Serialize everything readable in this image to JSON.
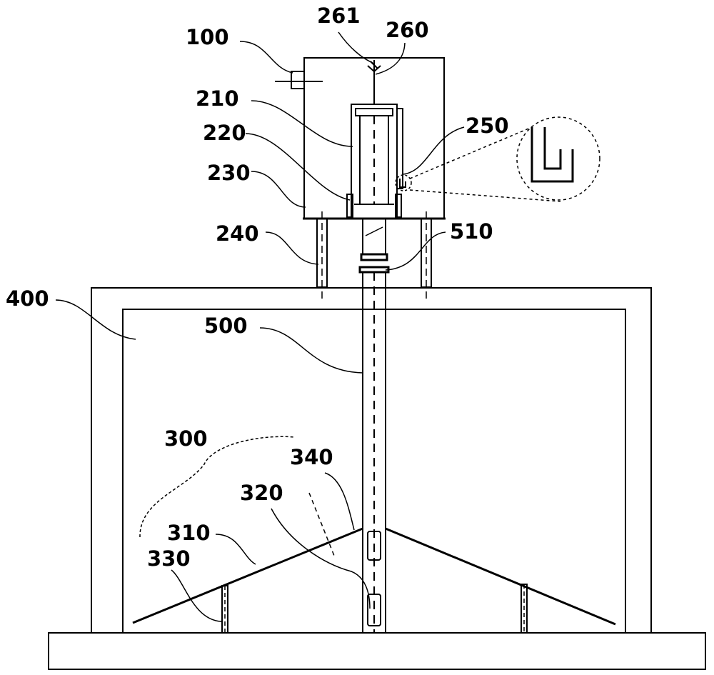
{
  "labels": {
    "l100": "100",
    "l261": "261",
    "l260": "260",
    "l210": "210",
    "l220": "220",
    "l250": "250",
    "l230": "230",
    "l240": "240",
    "l510": "510",
    "l400": "400",
    "l500": "500",
    "l300": "300",
    "l340": "340",
    "l320": "320",
    "l310": "310",
    "l330": "330"
  },
  "colors": {
    "line": "#000000",
    "background": "#ffffff"
  }
}
